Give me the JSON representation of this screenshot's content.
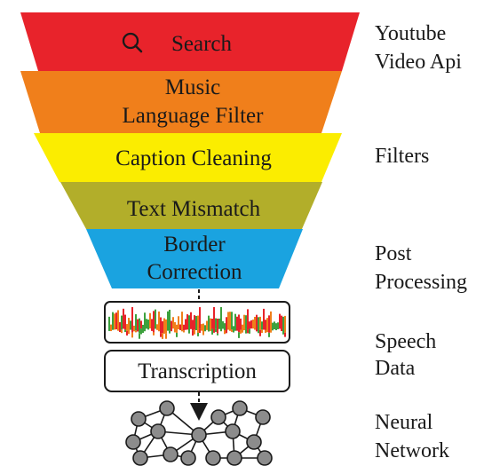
{
  "funnel": {
    "stages": [
      {
        "lines": [
          "Search"
        ],
        "color": "#e8232b",
        "icon": "search-icon"
      },
      {
        "lines": [
          "Music",
          "Language Filter"
        ],
        "color": "#f07f1b"
      },
      {
        "lines": [
          "Caption Cleaning"
        ],
        "color": "#fbed00"
      },
      {
        "lines": [
          "Text Mismatch"
        ],
        "color": "#b2ae2a"
      },
      {
        "lines": [
          "Border",
          "Correction"
        ],
        "color": "#1aa3e0"
      }
    ]
  },
  "side_labels": [
    {
      "lines": [
        "Youtube",
        "Video Api"
      ]
    },
    {
      "lines": [
        "Filters"
      ]
    },
    {
      "lines": [
        "Post",
        "Processing"
      ]
    },
    {
      "lines": [
        "Speech",
        "Data"
      ]
    },
    {
      "lines": [
        "Neural",
        "Network"
      ]
    }
  ],
  "transcription_box": {
    "label": "Transcription"
  },
  "spectrogram": {
    "colors": [
      "#3da13d",
      "#f07f1b",
      "#e8232b",
      "#1a1a1a"
    ]
  },
  "neural_network": {
    "node_color": "#8c8c8c",
    "edge_color": "#1a1a1a"
  }
}
